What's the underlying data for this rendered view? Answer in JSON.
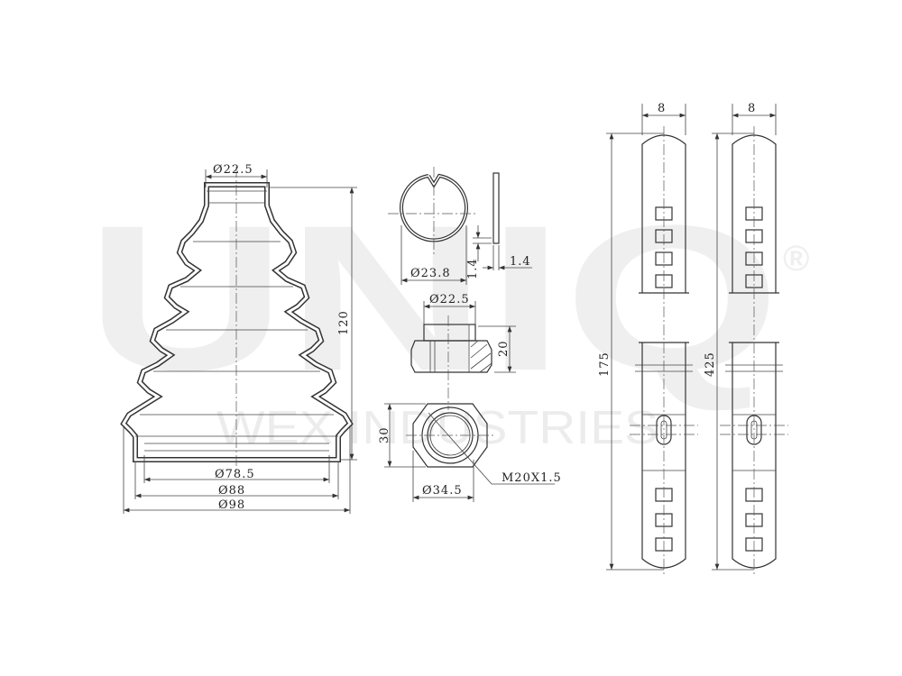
{
  "watermark": {
    "brand": "UNIQ",
    "registered": "®",
    "subtitle": "WEX INDUSTRIES"
  },
  "boot": {
    "top_diameter": "Ø22.5",
    "height": "120",
    "inner_diameter": "Ø78.5",
    "mid_diameter": "Ø88",
    "outer_diameter": "Ø98"
  },
  "clip": {
    "diameter": "Ø23.8",
    "thickness_a": "1.4",
    "thickness_b": "1.4"
  },
  "nut": {
    "collar_diameter": "Ø22.5",
    "height": "20",
    "across_flats": "30",
    "outer_diameter": "Ø34.5",
    "thread": "M20X1.5"
  },
  "shaft_1": {
    "width": "8",
    "length": "175"
  },
  "shaft_2": {
    "width": "8",
    "length": "425"
  }
}
